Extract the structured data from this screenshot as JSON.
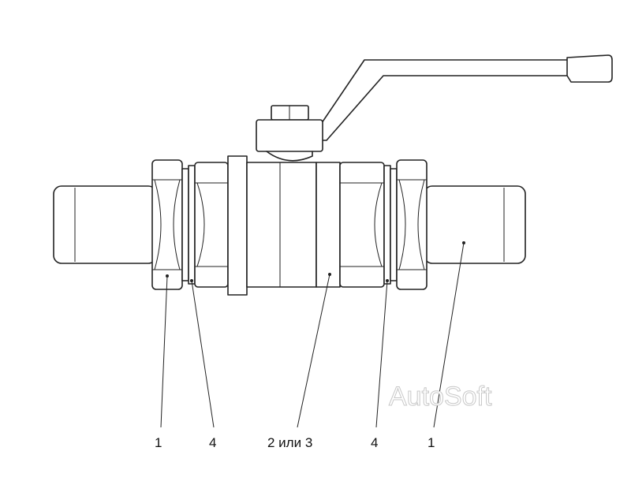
{
  "callouts": [
    {
      "id": "left-pipe-fitting",
      "label": "1"
    },
    {
      "id": "left-gasket",
      "label": "4"
    },
    {
      "id": "valve-body",
      "label": "2 или 3"
    },
    {
      "id": "right-gasket",
      "label": "4"
    },
    {
      "id": "right-pipe-fitting",
      "label": "1"
    }
  ],
  "watermark": "AutoSoft",
  "colors": {
    "line": "#222222",
    "background": "#ffffff",
    "watermark": "#c8c8c8"
  }
}
